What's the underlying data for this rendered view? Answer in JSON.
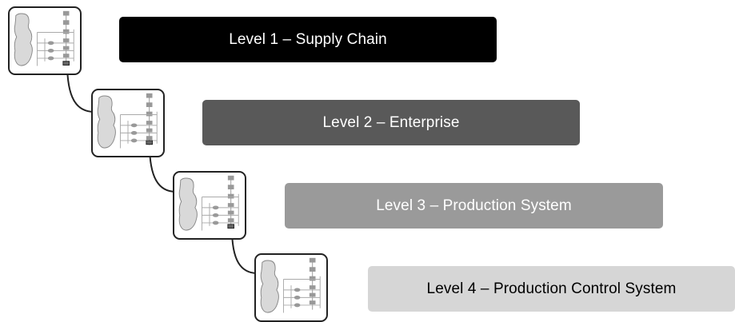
{
  "levels": [
    {
      "label": "Level 1 – Supply Chain",
      "bg": "#000000",
      "fg": "#ffffff"
    },
    {
      "label": "Level 2 – Enterprise",
      "bg": "#595959",
      "fg": "#ffffff"
    },
    {
      "label": "Level 3 – Production System",
      "bg": "#9a9a9a",
      "fg": "#ffffff"
    },
    {
      "label": "Level 4 – Production Control System",
      "bg": "#d6d6d6",
      "fg": "#000000"
    }
  ],
  "icons": [
    "factory-schematic-icon",
    "factory-schematic-icon",
    "factory-schematic-icon",
    "factory-schematic-icon"
  ],
  "colors": {
    "thumb_border": "#222222",
    "connector": "#222222",
    "schematic": "#8a8a8a"
  }
}
